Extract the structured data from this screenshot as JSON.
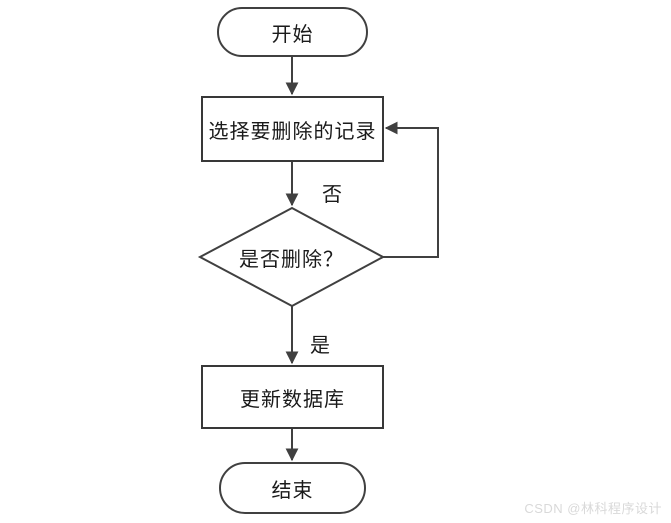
{
  "diagram": {
    "title_hint": "delete-record flowchart",
    "nodes": {
      "start": {
        "type": "terminator",
        "label": "开始"
      },
      "select": {
        "type": "process",
        "label": "选择要删除的记录"
      },
      "decision": {
        "type": "decision",
        "label": "是否删除？"
      },
      "update": {
        "type": "process",
        "label": "更新数据库"
      },
      "end": {
        "type": "terminator",
        "label": "结束"
      }
    },
    "edges": {
      "start_to_select": {
        "from": "start",
        "to": "select",
        "label": ""
      },
      "select_to_decision": {
        "from": "select",
        "to": "decision",
        "label": ""
      },
      "decision_no_loop": {
        "from": "decision",
        "to": "select",
        "label": "否"
      },
      "decision_to_update": {
        "from": "decision",
        "to": "update",
        "label": "是"
      },
      "update_to_end": {
        "from": "update",
        "to": "end",
        "label": ""
      }
    },
    "colors": {
      "stroke": "#404040",
      "shape_fill": "#ffffff",
      "text": "#1a1a1a",
      "watermark": "#d9d9d9"
    }
  },
  "watermark": {
    "text": "CSDN @林科程序设计"
  }
}
